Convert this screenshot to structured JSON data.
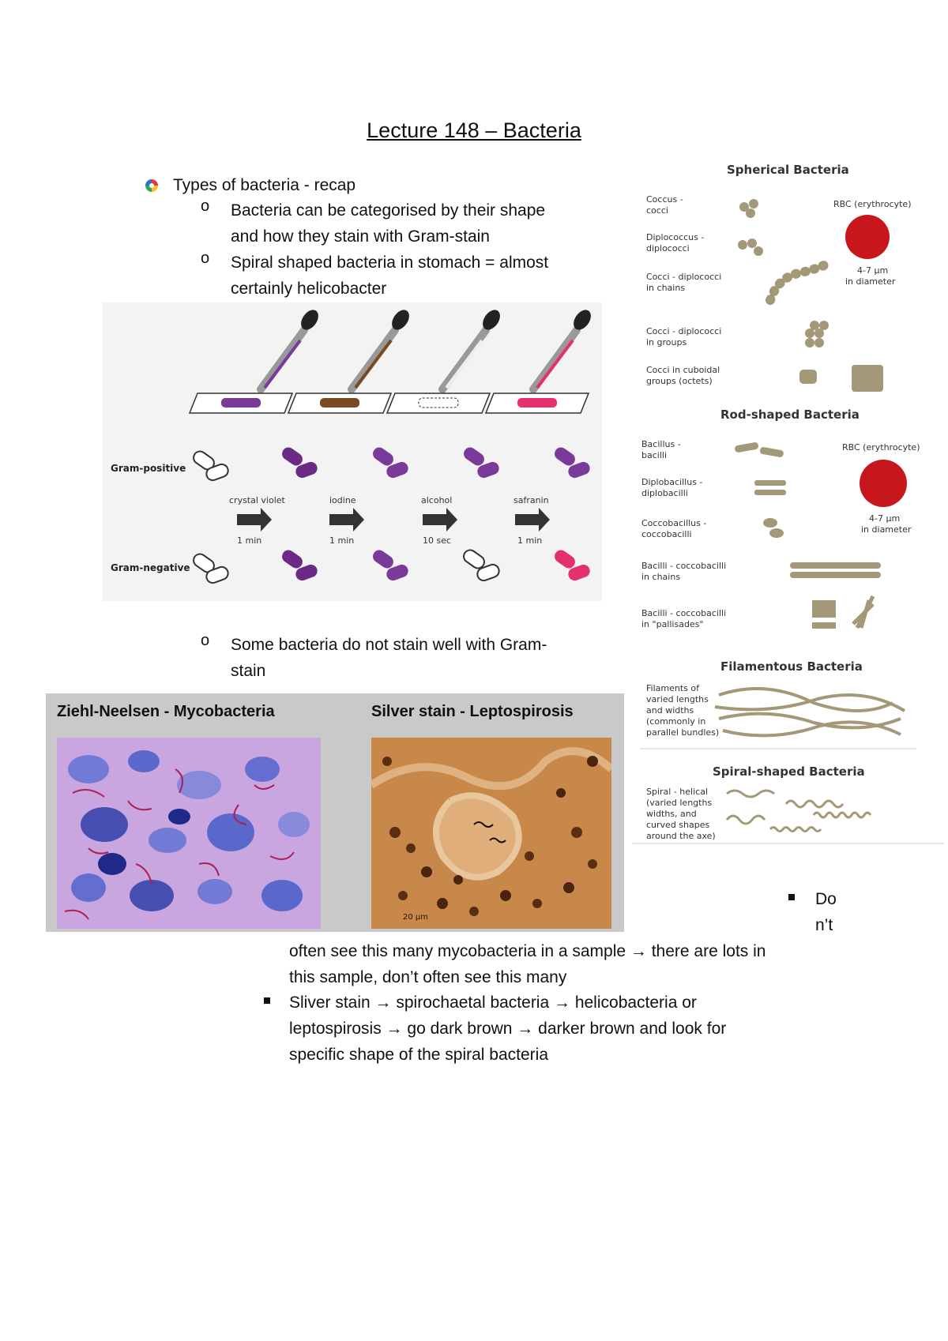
{
  "title": "Lecture 148 – Bacteria",
  "bullets": {
    "main": "Types of bacteria - recap",
    "sub1_line1": "Bacteria can be categorised by their shape",
    "sub1_line2": "and how they stain with Gram-stain",
    "sub2_line1": "Spiral shaped bacteria in stomach = almost",
    "sub2_line2": "certainly helicobacter",
    "sub3_line1": "Some bacteria do not stain well with Gram-",
    "sub3_line2": "stain",
    "sq1_frag1": "Do",
    "sq1_frag2": "n’t",
    "sq1_line1": "often see this many mycobacteria in a sample → there are lots in",
    "sq1_line2": "this sample, don’t often see this many",
    "sq2_line1": "Sliver stain → spirochaetal bacteria → helicobacteria or",
    "sq2_line2": "leptospirosis → go dark brown → darker brown and look for",
    "sq2_line3": "specific shape of the spiral bacteria"
  },
  "gram_diagram": {
    "row_positive": "Gram-positive",
    "row_negative": "Gram-negative",
    "steps": [
      {
        "reagent": "crystal violet",
        "time": "1 min"
      },
      {
        "reagent": "iodine",
        "time": "1 min"
      },
      {
        "reagent": "alcohol",
        "time": "10 sec"
      },
      {
        "reagent": "safranin",
        "time": "1 min"
      }
    ],
    "colors": {
      "violet": "#6b2a86",
      "purple": "#7a3a9a",
      "brown": "#7a4a22",
      "pink": "#e4316e"
    }
  },
  "micrographs": {
    "left_title": "Ziehl-Neelsen - Mycobacteria",
    "right_title": "Silver stain - Leptospirosis",
    "scale_label": "20 µm"
  },
  "shapes_chart": {
    "spherical_heading": "Spherical Bacteria",
    "spherical_items": [
      {
        "l1": "Coccus -",
        "l2": "cocci"
      },
      {
        "l1": "Diplococcus -",
        "l2": "diplococci"
      },
      {
        "l1": "Cocci - diplococci",
        "l2": "in chains"
      },
      {
        "l1": "Cocci - diplococci",
        "l2": "in groups"
      },
      {
        "l1": "Cocci in cuboidal",
        "l2": "groups (octets)"
      }
    ],
    "rbc1_title": "RBC (erythrocyte)",
    "rbc1_size_l1": "4-7 µm",
    "rbc1_size_l2": "in diameter",
    "rod_heading": "Rod-shaped Bacteria",
    "rod_items": [
      {
        "l1": "Bacillus -",
        "l2": "bacilli"
      },
      {
        "l1": "Diplobacillus -",
        "l2": "diplobacilli"
      },
      {
        "l1": "Coccobacillus -",
        "l2": "coccobacilli"
      },
      {
        "l1": "Bacilli - coccobacilli",
        "l2": "in chains"
      },
      {
        "l1": "Bacilli - coccobacilli",
        "l2": "in \"pallisades\""
      }
    ],
    "rbc2_title": "RBC (erythrocyte)",
    "rbc2_size_l1": "4-7 µm",
    "rbc2_size_l2": "in diameter",
    "filament_heading": "Filamentous Bacteria",
    "filament_lines": [
      "Filaments of",
      "varied lengths",
      "and widths",
      "(commonly in",
      "parallel bundles)"
    ],
    "spiral_heading": "Spiral-shaped Bacteria",
    "spiral_lines": [
      "Spiral - helical",
      "(varied lengths",
      "widths, and",
      "curved shapes",
      "around the axe)"
    ],
    "colors": {
      "bacteria": "#a39878",
      "rbc": "#c8161d"
    }
  }
}
